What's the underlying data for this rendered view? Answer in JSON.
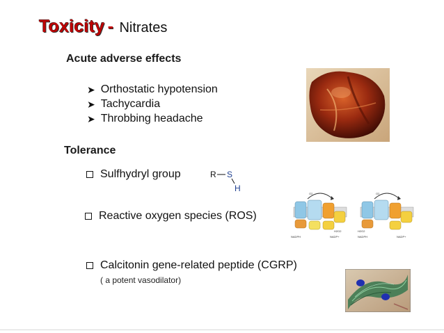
{
  "title": {
    "main": "Toxicity",
    "dash": "-",
    "sub": "Nitrates"
  },
  "acute": {
    "heading": "Acute adverse effects",
    "items": [
      "Orthostatic hypotension",
      "Tachycardia",
      "Throbbing headache"
    ]
  },
  "tolerance": {
    "heading": "Tolerance",
    "items": [
      "Sulfhydryl group",
      "Reactive oxygen species (ROS)",
      "Calcitonin gene-related peptide (CGRP)"
    ],
    "cgrp_note": "( a potent vasodilator)"
  },
  "structure": {
    "r": "R",
    "s": "S",
    "h": "H"
  },
  "diagram_labels": [
    "NADPH",
    "H2O2",
    "NADP+",
    "O2"
  ],
  "colors": {
    "title": "#c00000",
    "text": "#111111"
  },
  "icons": {
    "acute_bullet": "arrow-bullet-icon",
    "tolerance_bullet": "checkbox-bullet-icon"
  }
}
